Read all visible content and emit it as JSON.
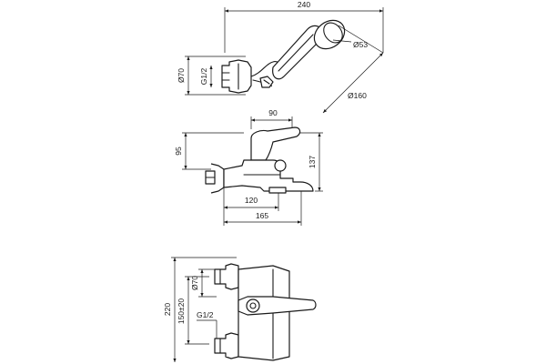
{
  "top_view": {
    "dim_width": "240",
    "dim_head_dia": "Ø53",
    "dim_hose_radius": "Ø160",
    "dim_flange_dia": "Ø70",
    "dim_thread": "G1/2"
  },
  "side_view": {
    "dim_lever_offset": "90",
    "dim_height": "95",
    "dim_total_height": "137",
    "dim_spout_reach": "120",
    "dim_total_depth": "165"
  },
  "front_view": {
    "dim_total_height": "220",
    "dim_center_distance": "150±20",
    "dim_flange_dia": "Ø70",
    "dim_thread": "G1/2"
  },
  "colors": {
    "line": "#1a1a1a",
    "background": "#ffffff"
  }
}
